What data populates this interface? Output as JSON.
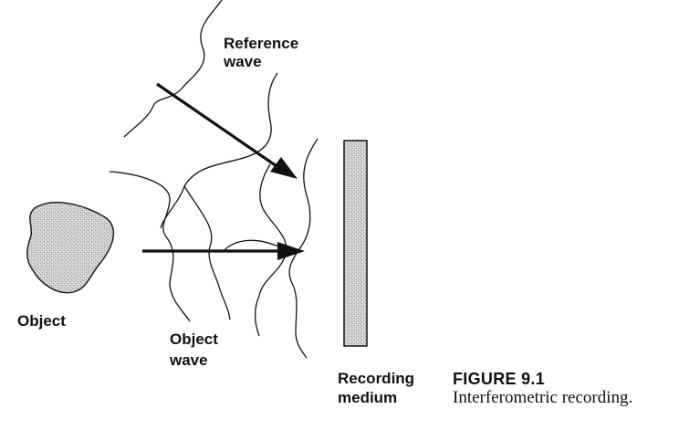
{
  "labels": {
    "reference_wave_line1": "Reference",
    "reference_wave_line2": "wave",
    "object": "Object",
    "object_wave_line1": "Object",
    "object_wave_line2": "wave",
    "recording_medium_line1": "Recording",
    "recording_medium_line2": "medium"
  },
  "caption": {
    "number": "FIGURE 9.1",
    "text": "Interferometric recording."
  },
  "colors": {
    "ink": "#111111",
    "stipple": "#bfbfbf"
  }
}
